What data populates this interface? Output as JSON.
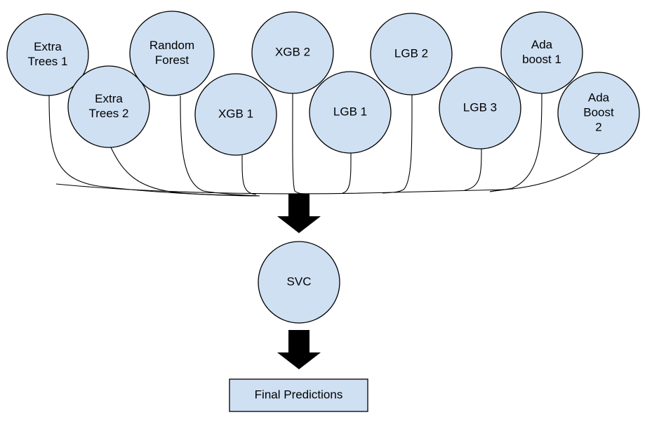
{
  "base_models": [
    {
      "id": "extra-trees-1",
      "lines": [
        "Extra",
        "Trees 1"
      ]
    },
    {
      "id": "extra-trees-2",
      "lines": [
        "Extra",
        "Trees 2"
      ]
    },
    {
      "id": "random-forest",
      "lines": [
        "Random",
        "Forest"
      ]
    },
    {
      "id": "xgb-1",
      "lines": [
        "XGB 1"
      ]
    },
    {
      "id": "xgb-2",
      "lines": [
        "XGB 2"
      ]
    },
    {
      "id": "lgb-1",
      "lines": [
        "LGB 1"
      ]
    },
    {
      "id": "lgb-2",
      "lines": [
        "LGB 2"
      ]
    },
    {
      "id": "lgb-3",
      "lines": [
        "LGB 3"
      ]
    },
    {
      "id": "ada-boost-1",
      "lines": [
        "Ada",
        "boost 1"
      ]
    },
    {
      "id": "ada-boost-2",
      "lines": [
        "Ada",
        "Boost",
        "2"
      ]
    }
  ],
  "meta_model": {
    "id": "svc",
    "lines": [
      "SVC"
    ]
  },
  "output": {
    "id": "final-predictions",
    "label": "Final Predictions"
  },
  "colors": {
    "node_fill": "#cfe0f3",
    "stroke": "#000000",
    "arrow": "#000000"
  }
}
